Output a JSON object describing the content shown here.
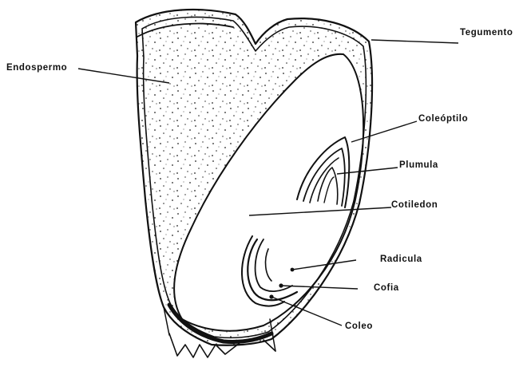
{
  "diagram": {
    "labels": {
      "tegumento": "Tegumento",
      "endospermo": "Endospermo",
      "coleoptilo": "Coleóptilo",
      "plumula": "Plumula",
      "cotiledon": "Cotiledon",
      "radicula": "Radicula",
      "cofia": "Cofia",
      "coleo": "Coleo"
    }
  }
}
